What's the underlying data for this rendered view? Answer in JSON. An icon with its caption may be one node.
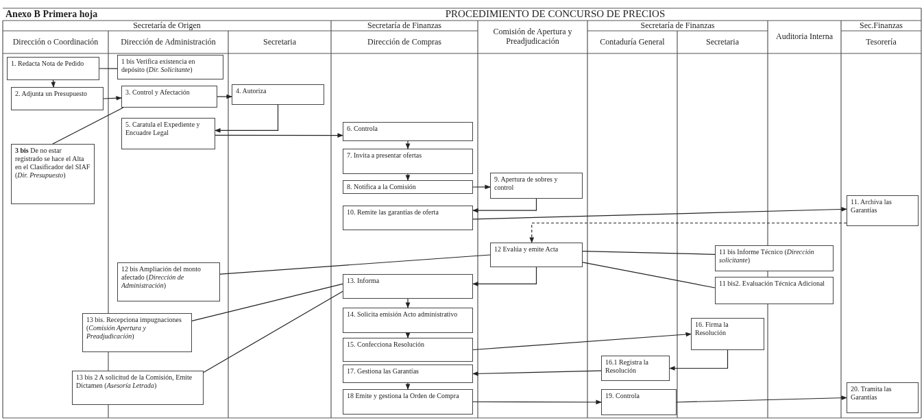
{
  "diagram": {
    "title": "PROCEDIMIENTO DE CONCURSO DE PRECIOS",
    "nodes": [
      {
        "text": [
          "1. Redacta Nota de Pedido"
        ]
      },
      {
        "text": [
          "1 bis Verifica existencia en depósito (*Dir. Solicitante*)"
        ]
      },
      {
        "text": [
          "2. Adjunta un Presupuesto"
        ]
      },
      {
        "text": [
          "3. Control y Afectación"
        ]
      },
      {
        "text": [
          "4. Autoriza"
        ]
      },
      {
        "text": [
          "5. Caratula el Expediente y Encuadre Legal"
        ]
      },
      {
        "text": [
          "**3 bis** De no estar registrado se hace el Alta en el Clasificador del SIAF (*Dir. Presupuesto*)"
        ]
      },
      {
        "text": [
          "6. Controla"
        ]
      },
      {
        "text": [
          "7. Invita a presentar ofertas"
        ]
      },
      {
        "text": [
          "8. Notifica a la Comisión"
        ]
      },
      {
        "text": [
          "9. Apertura de sobres y control"
        ]
      },
      {
        "text": [
          "10. Remite las garantías de oferta"
        ]
      },
      {
        "text": [
          "11. Archiva las Garantías"
        ]
      },
      {
        "text": [
          "12 Evalúa y emite Acta"
        ]
      },
      {
        "text": [
          "11 bis Informe Técnico (*Dirección solicitante*)"
        ]
      },
      {
        "text": [
          "11 bis2. Evaluación Técnica Adicional"
        ]
      },
      {
        "text": [
          "12 bis Ampliación del monto afectado (*Dirección de Administración*)"
        ]
      },
      {
        "text": [
          "13. Informa"
        ]
      },
      {
        "text": [
          "13 bis. Recepciona impugnaciones (*Comisión Apertura y Preadjudicación*)"
        ]
      },
      {
        "text": [
          "14. Solicita emisión Acto administrativo"
        ]
      },
      {
        "text": [
          "15. Confecciona Resolución"
        ]
      },
      {
        "text": [
          "16. Firma la Resolución"
        ]
      },
      {
        "text": [
          "16.1 Registra la Resolución"
        ]
      },
      {
        "text": [
          "17. Gestiona las Garantías"
        ]
      },
      {
        "text": [
          "13 bis 2 A solicitud de la Comisión, Emite Dictamen (*Asesoría Letrada*)"
        ]
      },
      {
        "text": [
          "18 Emite y gestiona la Orden de Compra"
        ]
      },
      {
        "text": [
          "19. Controla"
        ]
      },
      {
        "text": [
          "20. Tramita las Garantías"
        ]
      }
    ],
    "edges": [
      {
        "from": 0,
        "to": 2,
        "arrow": "to"
      },
      {
        "from": 1,
        "to": 0,
        "arrow": "none"
      },
      {
        "from": 2,
        "to": 3,
        "arrow": "to"
      },
      {
        "from": 3,
        "to": 4,
        "arrow": "to"
      },
      {
        "from": 4,
        "to": 5,
        "arrow": "to"
      },
      {
        "from": 5,
        "to": 7,
        "arrow": "to"
      },
      {
        "from": 6,
        "to": 3,
        "arrow": "none"
      },
      {
        "from": 7,
        "to": 8,
        "arrow": "to"
      },
      {
        "from": 8,
        "to": 9,
        "arrow": "to"
      },
      {
        "from": 9,
        "to": 10,
        "arrow": "to"
      },
      {
        "from": 10,
        "to": 11,
        "arrow": "to"
      },
      {
        "from": 11,
        "to": 12,
        "arrow": "to"
      },
      {
        "from": 12,
        "to": 13,
        "arrow": "to",
        "style": "dashed"
      },
      {
        "from": 13,
        "to": 17,
        "arrow": "to"
      },
      {
        "from": 14,
        "to": 13,
        "arrow": "none"
      },
      {
        "from": 15,
        "to": 13,
        "arrow": "none"
      },
      {
        "from": 16,
        "to": 13,
        "arrow": "none"
      },
      {
        "from": 18,
        "to": 17,
        "arrow": "none"
      },
      {
        "from": 24,
        "to": 17,
        "arrow": "none"
      },
      {
        "from": 17,
        "to": 19,
        "arrow": "to"
      },
      {
        "from": 19,
        "to": 20,
        "arrow": "to"
      },
      {
        "from": 20,
        "to": 21,
        "arrow": "to"
      },
      {
        "from": 21,
        "to": 22,
        "arrow": "to"
      },
      {
        "from": 22,
        "to": 23,
        "arrow": "to"
      },
      {
        "from": 23,
        "to": 25,
        "arrow": "to"
      },
      {
        "from": 25,
        "to": 26,
        "arrow": "to"
      },
      {
        "from": 26,
        "to": 27,
        "arrow": "to"
      }
    ],
    "labels": [
      "Anexo B Primera hoja",
      "Secretaría de Origen",
      "Secretaría de Finanzas",
      "Comisión de Apertura y Preadjudicación",
      "Secretaría de Finanzas",
      "Auditoria Interna",
      "Sec.Finanzas",
      "Dirección o Coordinación",
      "Dirección de Administración",
      "Secretaria",
      "Dirección de Compras",
      "Contaduría General",
      "Secretaria",
      "Tesorería"
    ]
  }
}
